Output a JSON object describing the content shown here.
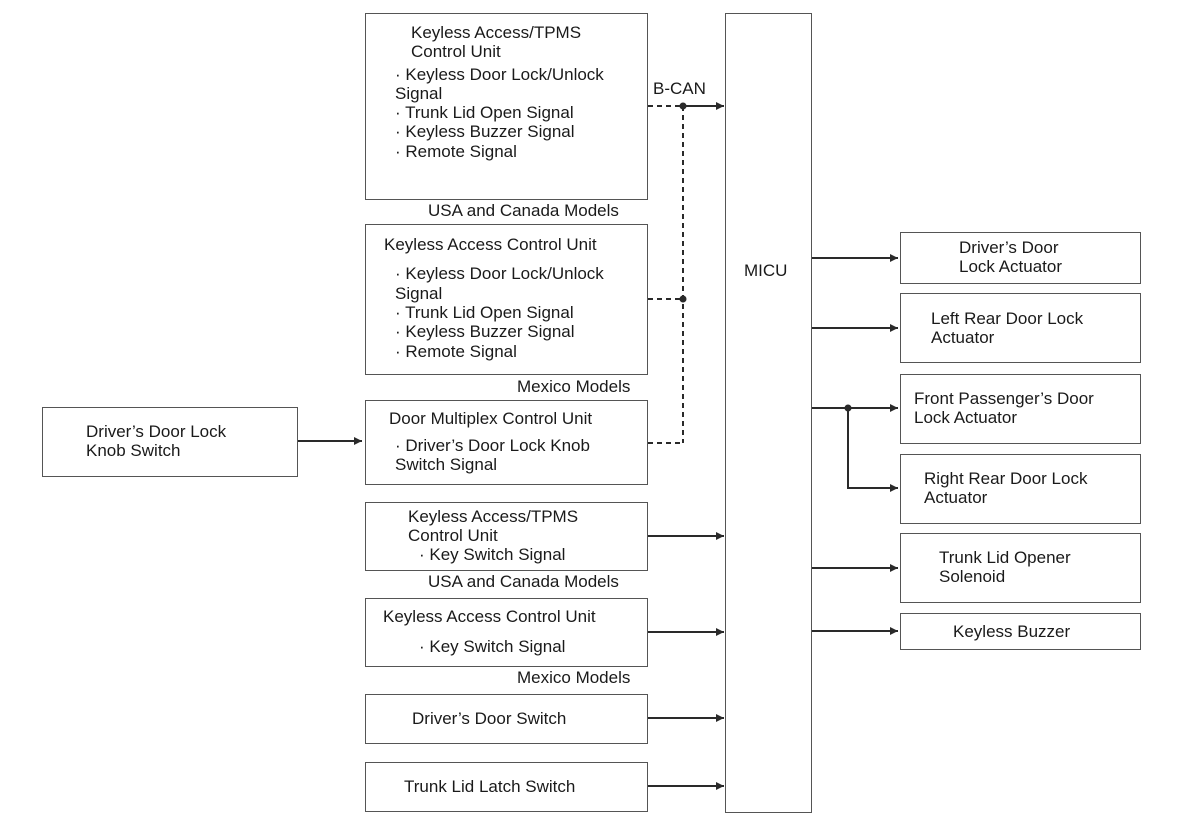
{
  "bus_label": "B-CAN",
  "micu": {
    "label": "MICU"
  },
  "knob_switch": {
    "line1": "Driver’s Door Lock",
    "line2": "Knob Switch"
  },
  "tpms_unit": {
    "title1": "Keyless Access/TPMS",
    "title2": "Control Unit",
    "sig1a": "· Keyless Door Lock/Unlock",
    "sig1b": "Signal",
    "sig2": "· Trunk Lid Open Signal",
    "sig3": "· Keyless Buzzer Signal",
    "sig4": "· Remote Signal",
    "caption": "USA and Canada Models"
  },
  "access_unit": {
    "title": "Keyless Access Control Unit",
    "sig1a": "· Keyless Door Lock/Unlock",
    "sig1b": "Signal",
    "sig2": "· Trunk Lid Open Signal",
    "sig3": "· Keyless Buzzer Signal",
    "sig4": "· Remote Signal",
    "caption": "Mexico Models"
  },
  "door_multiplex": {
    "title": "Door Multiplex Control Unit",
    "sig1a": "· Driver’s Door Lock Knob",
    "sig1b": "Switch Signal"
  },
  "tpms_key": {
    "title1": "Keyless Access/TPMS",
    "title2": "Control Unit",
    "sig": "· Key Switch Signal",
    "caption": "USA and Canada Models"
  },
  "access_key": {
    "title": "Keyless Access Control Unit",
    "sig": "· Key Switch Signal",
    "caption": "Mexico Models"
  },
  "door_switch": {
    "label": "Driver’s Door Switch"
  },
  "trunk_latch": {
    "label": "Trunk Lid Latch Switch"
  },
  "outputs": {
    "driver_door": {
      "line1": "Driver’s Door",
      "line2": "Lock Actuator"
    },
    "left_rear": {
      "line1": "Left Rear Door Lock",
      "line2": "Actuator"
    },
    "front_pass": {
      "line1": "Front Passenger’s Door",
      "line2": "Lock Actuator"
    },
    "right_rear": {
      "line1": "Right Rear Door Lock",
      "line2": "Actuator"
    },
    "trunk_opener": {
      "line1": "Trunk Lid Opener",
      "line2": "Solenoid"
    },
    "buzzer": {
      "line1": "Keyless Buzzer"
    }
  }
}
